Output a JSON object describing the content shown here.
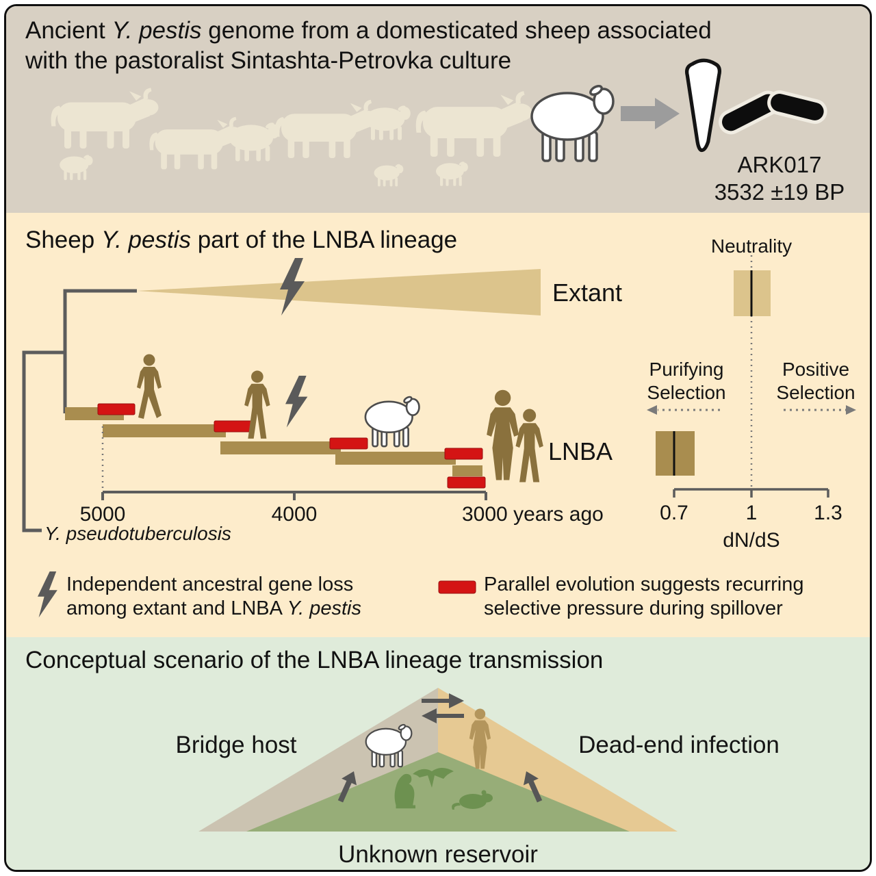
{
  "colors": {
    "top_bg": "#d8d0c3",
    "middle_bg": "#fdeccb",
    "bottom_bg": "#dfebda",
    "extant_tan": "#dcc48c",
    "lnba_brown": "#a98d4f",
    "red_marker": "#d41414",
    "tree_gray": "#5c5c5c",
    "human_brown": "#8a713d",
    "reservoir_green": "#6d9150",
    "triangle_left_gray": "#cbc3b1",
    "triangle_right_tan": "#e6c993",
    "triangle_green": "#97ad78"
  },
  "top": {
    "title": {
      "pre": "Ancient",
      "italic": "Y. pestis",
      "post": "genome from a domesticated sheep associated",
      "line2": "with the pastoralist Sintashta-Petrovka culture"
    },
    "sample_id": "ARK017",
    "sample_age": "3532 ±19 BP"
  },
  "middle": {
    "title": {
      "pre": "Sheep",
      "italic": "Y. pestis",
      "post": "part of the LNBA lineage"
    },
    "extant_label": "Extant",
    "lnba_label": "LNBA",
    "outgroup_label": "Y. pseudotuberculosis",
    "timeline_ticks": [
      "5000",
      "4000",
      "3000 years ago"
    ],
    "dnds": {
      "neutrality": "Neutrality",
      "purifying_line1": "Purifying",
      "purifying_line2": "Selection",
      "positive_line1": "Positive",
      "positive_line2": "Selection",
      "ticks": [
        "0.7",
        "1",
        "1.3"
      ],
      "axis_label": "dN/dS"
    },
    "legend": {
      "gene_loss_line1": "Independent ancestral gene loss",
      "gene_loss_line2_pre": "among extant and LNBA",
      "gene_loss_line2_italic": "Y. pestis",
      "parallel_line1": "Parallel evolution suggests recurring",
      "parallel_line2": "selective pressure during spillover"
    }
  },
  "bottom": {
    "title": "Conceptual scenario of the LNBA lineage transmission",
    "bridge_host_label": "Bridge host",
    "dead_end_label": "Dead-end infection",
    "reservoir_label": "Unknown reservoir"
  }
}
